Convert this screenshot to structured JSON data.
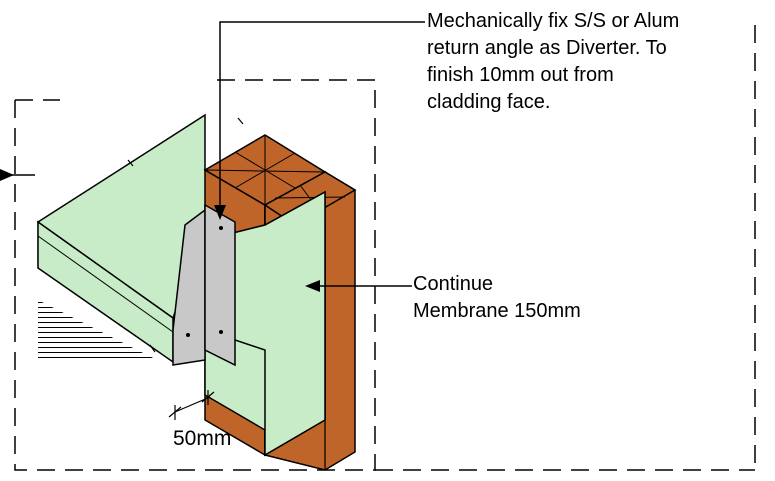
{
  "annotations": {
    "diverter_note": [
      "Mechanically fix S/S or Alum",
      "return angle as Diverter. To",
      "finish 10mm out from",
      "cladding face."
    ],
    "membrane_note": [
      "Continue",
      "Membrane 150mm"
    ],
    "dimension_label": "50mm"
  },
  "colors": {
    "membrane": "#c8ecc8",
    "timber": "#c0652a",
    "flashing": "#c8c8c8",
    "ink": "#000000",
    "background": "#ffffff"
  }
}
